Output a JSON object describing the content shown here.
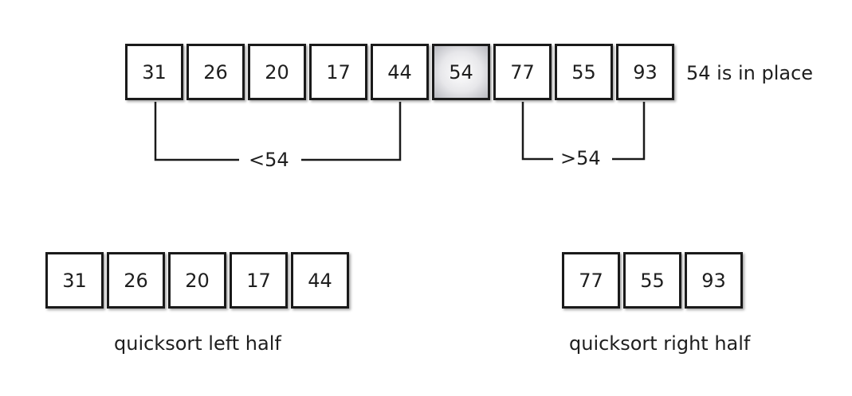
{
  "main_array": [
    "31",
    "26",
    "20",
    "17",
    "44",
    "54",
    "77",
    "55",
    "93"
  ],
  "pivot_index": 5,
  "status_label": "54 is in place",
  "left_bracket_label": "<54",
  "right_bracket_label": ">54",
  "left_half": [
    "31",
    "26",
    "20",
    "17",
    "44"
  ],
  "right_half": [
    "77",
    "55",
    "93"
  ],
  "left_caption": "quicksort left half",
  "right_caption": "quicksort right half"
}
